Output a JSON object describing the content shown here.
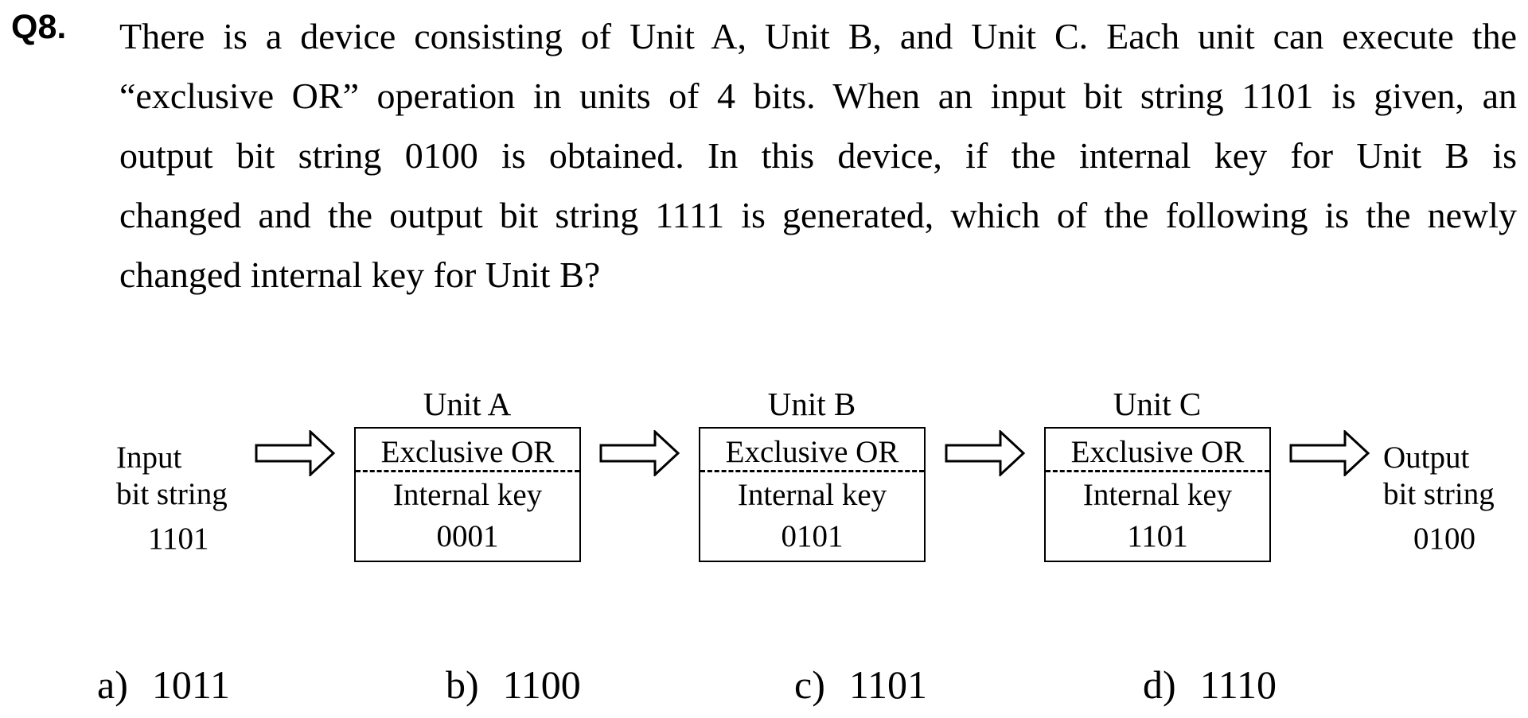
{
  "question": {
    "number": "Q8.",
    "lines": [
      "There is a device consisting of Unit A, Unit B, and Unit C.   Each unit can execute the",
      "“exclusive OR” operation in units of 4 bits.   When an input bit string 1101 is given, an",
      "output bit string 0100 is obtained.  In this device, if the internal key for Unit B is",
      "changed and the output bit string 1111 is generated, which of the following is the newly",
      "changed internal key for Unit B?"
    ]
  },
  "diagram": {
    "input": {
      "line1": "Input",
      "line2": "bit string",
      "value": "1101"
    },
    "output": {
      "line1": "Output",
      "line2": "bit string",
      "value": "0100"
    },
    "units": [
      {
        "title": "Unit A",
        "operation": "Exclusive OR",
        "key_label": "Internal key",
        "key": "0001"
      },
      {
        "title": "Unit B",
        "operation": "Exclusive OR",
        "key_label": "Internal key",
        "key": "0101"
      },
      {
        "title": "Unit C",
        "operation": "Exclusive OR",
        "key_label": "Internal key",
        "key": "1101"
      }
    ]
  },
  "options": [
    {
      "label": "a)",
      "value": "1011"
    },
    {
      "label": "b)",
      "value": "1100"
    },
    {
      "label": "c)",
      "value": "1101"
    },
    {
      "label": "d)",
      "value": "1110"
    }
  ]
}
